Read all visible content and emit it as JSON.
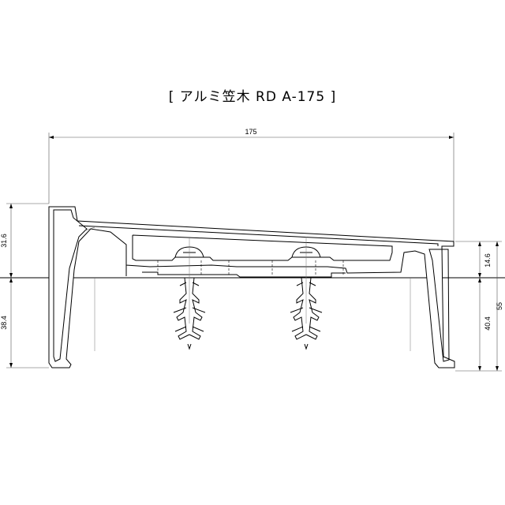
{
  "title": "[ アルミ笠木 RD A-175 ]",
  "dimensions": {
    "overall_width": "175",
    "left_top_height": "31.6",
    "left_bottom_height": "38.4",
    "right_top_height": "14.6",
    "right_bottom_height": "40.4",
    "right_total_height": "55"
  }
}
